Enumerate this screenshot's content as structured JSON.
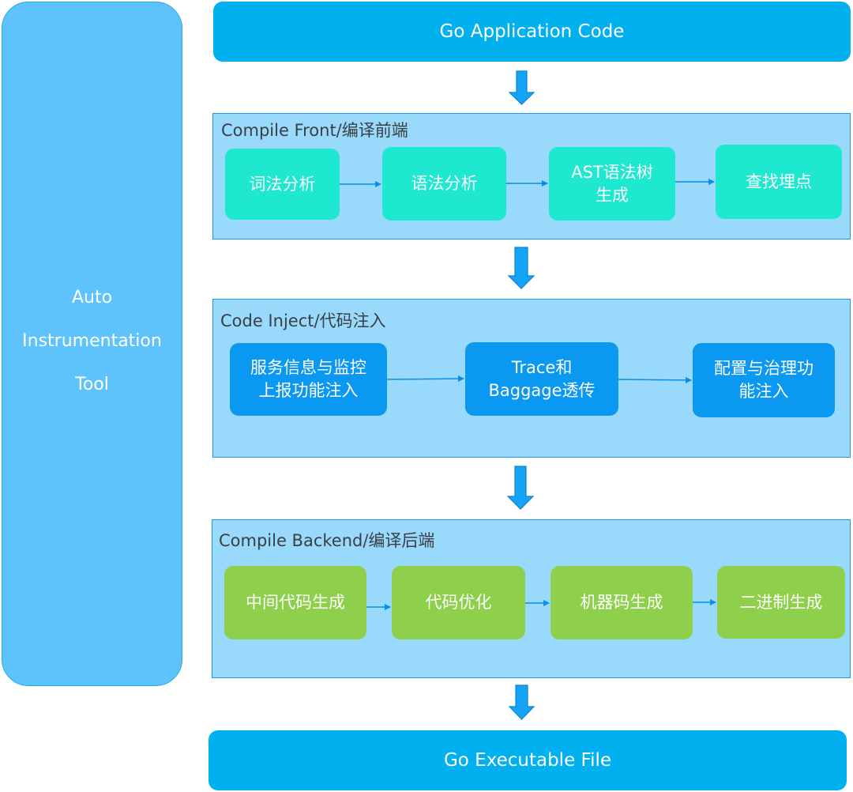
{
  "tool_panel": {
    "lines": [
      "Auto",
      "Instrumentation",
      "Tool"
    ]
  },
  "top_bar": {
    "label": "Go Application Code"
  },
  "bottom_bar": {
    "label": "Go Executable File"
  },
  "stages": {
    "front": {
      "title": "Compile Front/编译前端",
      "steps": [
        {
          "lines": [
            "词法分析"
          ]
        },
        {
          "lines": [
            "语法分析"
          ]
        },
        {
          "lines": [
            "AST语法树",
            "生成"
          ]
        },
        {
          "lines": [
            "查找埋点"
          ]
        }
      ]
    },
    "inject": {
      "title": "Code Inject/代码注入",
      "steps": [
        {
          "lines": [
            "服务信息与监控",
            "上报功能注入"
          ]
        },
        {
          "lines": [
            "Trace和",
            "Baggage透传"
          ]
        },
        {
          "lines": [
            "配置与治理功",
            "能注入"
          ]
        }
      ]
    },
    "back": {
      "title": "Compile Backend/编译后端",
      "steps": [
        {
          "lines": [
            "中间代码生成"
          ]
        },
        {
          "lines": [
            "代码优化"
          ]
        },
        {
          "lines": [
            "机器码生成"
          ]
        },
        {
          "lines": [
            "二进制生成"
          ]
        }
      ]
    }
  },
  "colors": {
    "wide_bar": "#00b0ef",
    "tool_panel": "#5fc3fb",
    "stage_fill": "#99d9fb",
    "stage_border": "#1f95de",
    "front_step": "#1ee8d0",
    "inject_step": "#0a98f1",
    "back_step": "#8ed04b",
    "arrow": "#0a8ee6"
  }
}
